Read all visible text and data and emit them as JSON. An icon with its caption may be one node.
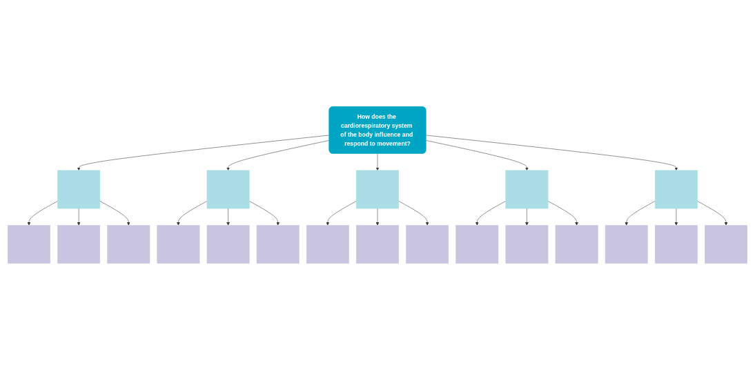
{
  "diagram": {
    "nodes": [
      {
        "text": [
          "How does the cardiorespiratory system of the body influence and respond to movement?"
        ]
      },
      {
        "text": [],
        "shape": "box"
      },
      {
        "text": [],
        "shape": "box"
      },
      {
        "text": [],
        "shape": "box"
      },
      {
        "text": [],
        "shape": "box"
      },
      {
        "text": [],
        "shape": "box"
      },
      {
        "text": [],
        "shape": "box"
      },
      {
        "text": [],
        "shape": "box"
      },
      {
        "text": [],
        "shape": "box"
      },
      {
        "text": [],
        "shape": "box"
      },
      {
        "text": [],
        "shape": "box"
      },
      {
        "text": [],
        "shape": "box"
      },
      {
        "text": [],
        "shape": "box"
      },
      {
        "text": [],
        "shape": "box"
      },
      {
        "text": [],
        "shape": "box"
      },
      {
        "text": [],
        "shape": "box"
      },
      {
        "text": [],
        "shape": "box"
      },
      {
        "text": [],
        "shape": "box"
      },
      {
        "text": [],
        "shape": "box"
      },
      {
        "text": [],
        "shape": "box"
      },
      {
        "text": [],
        "shape": "box"
      }
    ],
    "edges": [
      {
        "from": 0,
        "to": 1,
        "arrow": "to"
      },
      {
        "from": 1,
        "to": 2,
        "arrow": "to"
      },
      {
        "from": 1,
        "to": 3,
        "arrow": "to"
      },
      {
        "from": 1,
        "to": 4,
        "arrow": "to"
      },
      {
        "from": 0,
        "to": 5,
        "arrow": "to"
      },
      {
        "from": 5,
        "to": 6,
        "arrow": "to"
      },
      {
        "from": 5,
        "to": 7,
        "arrow": "to"
      },
      {
        "from": 5,
        "to": 8,
        "arrow": "to"
      },
      {
        "from": 0,
        "to": 9,
        "arrow": "to"
      },
      {
        "from": 9,
        "to": 10,
        "arrow": "to"
      },
      {
        "from": 9,
        "to": 11,
        "arrow": "to"
      },
      {
        "from": 9,
        "to": 12,
        "arrow": "to"
      },
      {
        "from": 0,
        "to": 13,
        "arrow": "to"
      },
      {
        "from": 13,
        "to": 14,
        "arrow": "to"
      },
      {
        "from": 13,
        "to": 15,
        "arrow": "to"
      },
      {
        "from": 13,
        "to": 16,
        "arrow": "to"
      },
      {
        "from": 0,
        "to": 17,
        "arrow": "to"
      },
      {
        "from": 17,
        "to": 18,
        "arrow": "to"
      },
      {
        "from": 17,
        "to": 19,
        "arrow": "to"
      },
      {
        "from": 17,
        "to": 20,
        "arrow": "to"
      }
    ]
  }
}
